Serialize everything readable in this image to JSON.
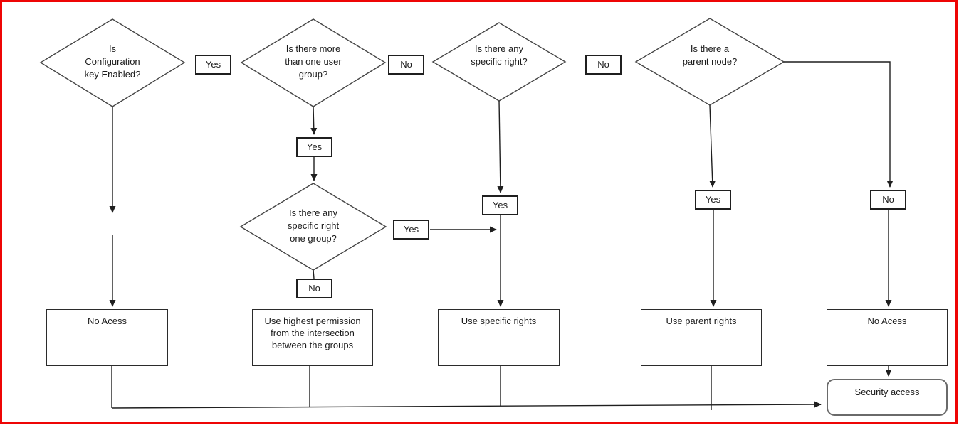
{
  "diagram": {
    "title_implicit": "Security access decision flow",
    "decisions": [
      {
        "id": "config-key-enabled",
        "label": "Is\nConfiguration\nkey Enabled?"
      },
      {
        "id": "more-than-one-user-group",
        "label": "Is there more\nthan one user\ngroup?"
      },
      {
        "id": "any-specific-right",
        "label": "Is there any\nspecific right?"
      },
      {
        "id": "any-specific-right-one-group",
        "label": "Is there any\nspecific right\none group?"
      },
      {
        "id": "parent-node",
        "label": "Is there a\nparent node?"
      }
    ],
    "branch_labels": [
      {
        "id": "yes-after-config-key",
        "text": "Yes"
      },
      {
        "id": "no-after-user-group",
        "text": "No"
      },
      {
        "id": "no-after-specific-right",
        "text": "No"
      },
      {
        "id": "yes-under-user-group",
        "text": "Yes"
      },
      {
        "id": "yes-right-of-one-group",
        "text": "Yes"
      },
      {
        "id": "no-under-one-group",
        "text": "No"
      },
      {
        "id": "yes-under-specific-right",
        "text": "Yes"
      },
      {
        "id": "yes-under-parent-node",
        "text": "Yes"
      },
      {
        "id": "no-right-of-parent-node",
        "text": "No"
      }
    ],
    "outcomes": [
      {
        "id": "no-access-left",
        "text": "No Acess"
      },
      {
        "id": "use-highest-permission",
        "text": "Use highest permission\nfrom the intersection\nbetween the groups"
      },
      {
        "id": "use-specific-rights",
        "text": "Use specific rights"
      },
      {
        "id": "use-parent-rights",
        "text": "Use parent rights"
      },
      {
        "id": "no-access-right",
        "text": "No Acess"
      }
    ],
    "terminal": {
      "id": "security-access",
      "text": "Security access"
    },
    "colors": {
      "frame": "#ee0505",
      "shape_stroke": "#454545",
      "connector": "#1f1f1f",
      "terminal_stroke": "#6a6a6a",
      "background": "#ffffff",
      "text": "#1a1a1a"
    }
  }
}
